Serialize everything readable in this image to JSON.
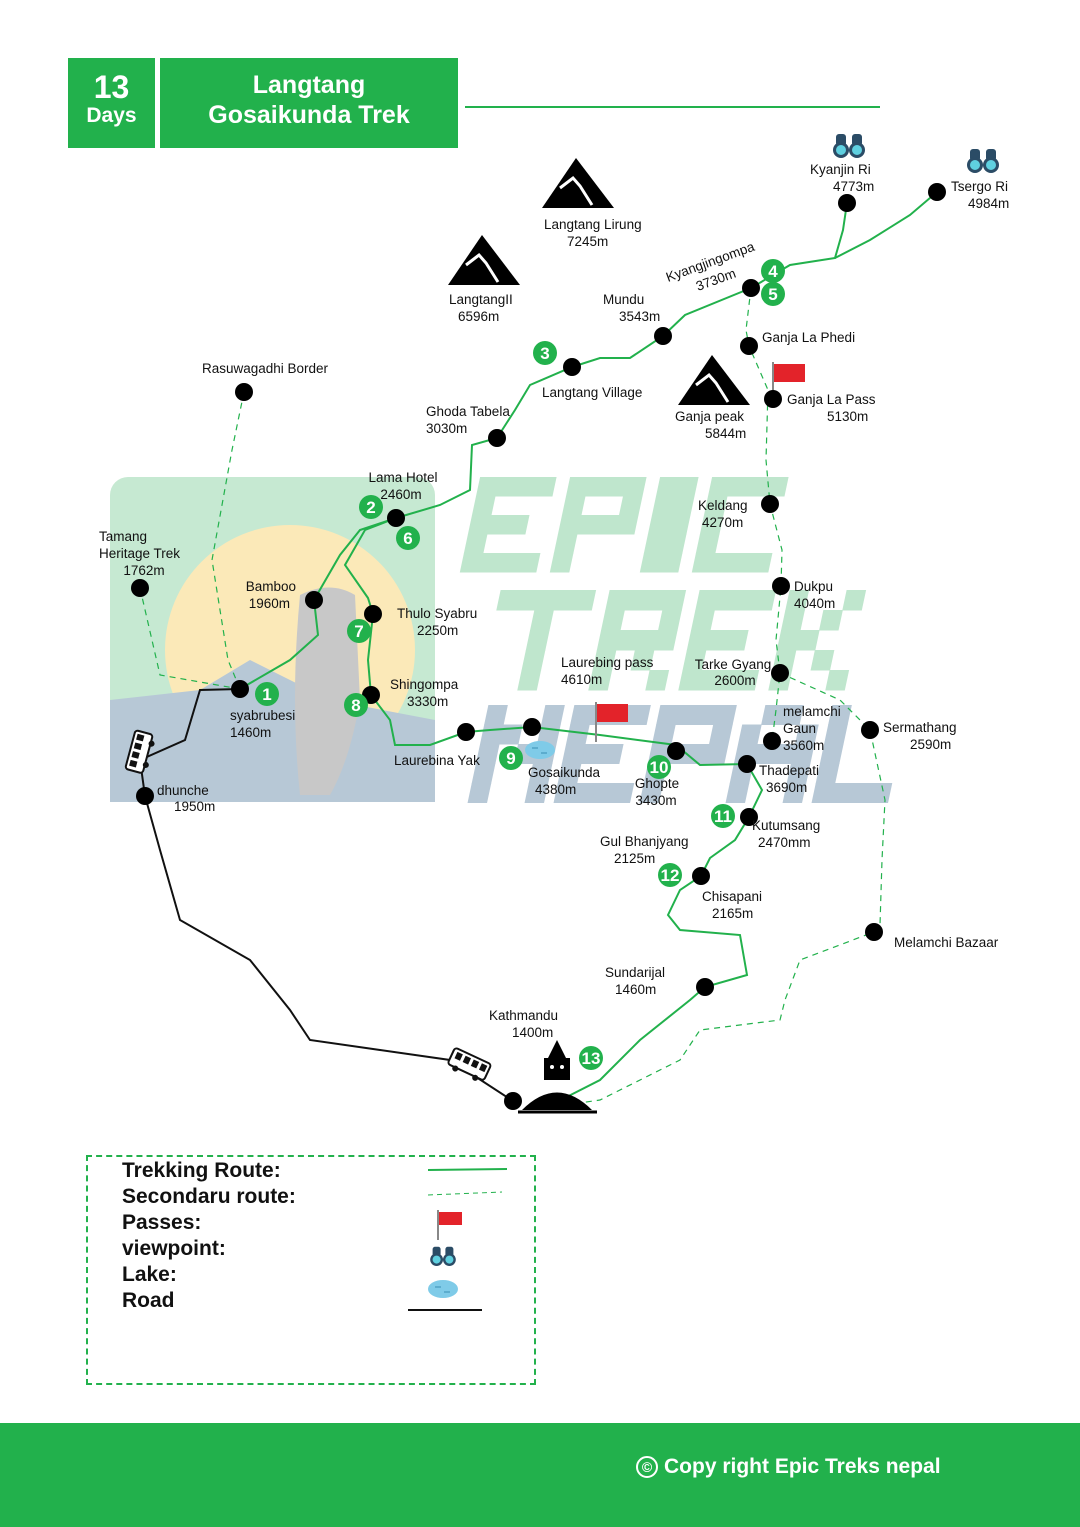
{
  "header": {
    "days_number": "13",
    "days_label": "Days",
    "title_line1": "Langtang",
    "title_line2": "Gosaikunda Trek"
  },
  "watermark": {
    "line1": "EPIC",
    "line2": "TREK",
    "line3": "NEPAL"
  },
  "colors": {
    "route": "#22b14c",
    "flag": "#e3232a",
    "lake": "#7fcbe8",
    "watermark_green": "#bfe6cd",
    "watermark_blue": "#b7c8d6"
  },
  "peaks": [
    {
      "name": "Langtang Lirung",
      "alt": "7245m"
    },
    {
      "name": "LangtangII",
      "alt": "6596m"
    },
    {
      "name": "Ganja peak",
      "alt": "5844m"
    }
  ],
  "places": [
    {
      "lines": [
        "Rasuwagadhi Border"
      ]
    },
    {
      "lines": [
        "Tamang",
        "Heritage Trek",
        "1762m"
      ]
    },
    {
      "lines": [
        "Bamboo",
        "1960m"
      ]
    },
    {
      "lines": [
        "syabrubesi",
        "1460m"
      ]
    },
    {
      "lines": [
        "dhunche",
        "1950m"
      ]
    },
    {
      "lines": [
        "Lama Hotel",
        "2460m"
      ]
    },
    {
      "lines": [
        "Thulo Syabru",
        "2250m"
      ]
    },
    {
      "lines": [
        "Shingompa",
        "3330m"
      ]
    },
    {
      "lines": [
        "Laurebina Yak"
      ]
    },
    {
      "lines": [
        "Gosaikunda",
        "4380m"
      ]
    },
    {
      "lines": [
        "Laurebing pass",
        "4610m"
      ]
    },
    {
      "lines": [
        "Ghopte",
        "3430m"
      ]
    },
    {
      "lines": [
        "Thadepati",
        "3690m"
      ]
    },
    {
      "lines": [
        "melamchi",
        "Gaun",
        "3560m"
      ]
    },
    {
      "lines": [
        "Sermathang",
        "2590m"
      ]
    },
    {
      "lines": [
        "Tarke Gyang",
        "2600m"
      ]
    },
    {
      "lines": [
        "Dukpu",
        "4040m"
      ]
    },
    {
      "lines": [
        "Keldang",
        "4270m"
      ]
    },
    {
      "lines": [
        "Ganja La Pass",
        "5130m"
      ]
    },
    {
      "lines": [
        "Ganja La Phedi"
      ]
    },
    {
      "lines": [
        "Kutumsang",
        "2470mm"
      ]
    },
    {
      "lines": [
        "Gul Bhanjyang",
        "2125m"
      ]
    },
    {
      "lines": [
        "Chisapani",
        "2165m"
      ]
    },
    {
      "lines": [
        "Melamchi Bazaar"
      ]
    },
    {
      "lines": [
        "Sundarijal",
        "1460m"
      ]
    },
    {
      "lines": [
        "Kathmandu",
        "1400m"
      ]
    },
    {
      "lines": [
        "Ghoda Tabela",
        "3030m"
      ]
    },
    {
      "lines": [
        "Langtang Village"
      ]
    },
    {
      "lines": [
        "Mundu",
        "3543m"
      ]
    },
    {
      "lines": [
        "Kyangjingompa",
        "3730m"
      ]
    },
    {
      "lines": [
        "Kyanjin Ri",
        "4773m"
      ]
    },
    {
      "lines": [
        "Tsergo Ri",
        "4984m"
      ]
    }
  ],
  "day_markers": [
    "1",
    "2",
    "3",
    "4",
    "5",
    "6",
    "7",
    "8",
    "9",
    "10",
    "11",
    "12",
    "13"
  ],
  "legend": {
    "items": [
      "Trekking Route:",
      "Secondaru route:",
      "Passes:",
      "viewpoint:",
      "Lake:",
      "Road"
    ]
  },
  "footer": {
    "copyright_icon": "copyright-icon",
    "copyright": "Copy right Epic Treks nepal"
  }
}
